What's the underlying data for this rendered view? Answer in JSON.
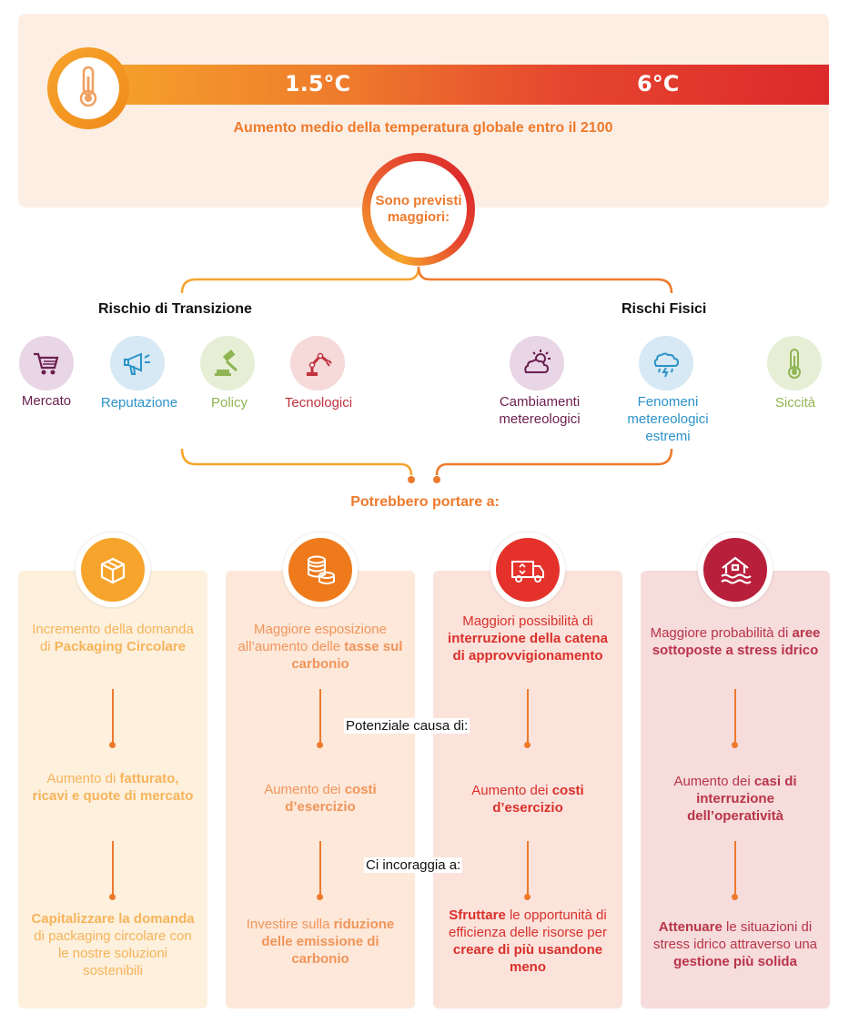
{
  "header": {
    "temp_low": "1.5°C",
    "temp_high": "6°C",
    "caption": "Aumento medio della temperatura globale entro il 2100",
    "circle_text": "Sono previsti maggiori:"
  },
  "categories": {
    "transition_title": "Rischio di Transizione",
    "physical_title": "Rischi Fisici"
  },
  "risks": [
    {
      "label": "Mercato",
      "icon": "shopping-cart-icon",
      "color": "#6b1f4e",
      "bg": "#e8d5e6"
    },
    {
      "label": "Reputazione",
      "icon": "megaphone-icon",
      "color": "#2c93c8",
      "bg": "#d6e9f4"
    },
    {
      "label": "Policy",
      "icon": "gavel-icon",
      "color": "#8fb553",
      "bg": "#e6efd6"
    },
    {
      "label": "Tecnologici",
      "icon": "robot-arm-icon",
      "color": "#c0323d",
      "bg": "#f6d9d9"
    },
    {
      "label": "Cambiamenti metereologici",
      "icon": "sun-cloud-icon",
      "color": "#6b1f4e",
      "bg": "#e8d5e6"
    },
    {
      "label": "Fenomeni metereologici estremi",
      "icon": "storm-cloud-icon",
      "color": "#2c93c8",
      "bg": "#d6e9f4"
    },
    {
      "label": "Siccità",
      "icon": "thermometer-icon",
      "color": "#8fb553",
      "bg": "#e6efd6"
    }
  ],
  "potrebbero": "Potrebbero portare a:",
  "captions": {
    "potenziale": "Potenziale causa di:",
    "incoraggia": "Ci incoraggia a:"
  },
  "columns": [
    {
      "icon": "box-icon",
      "accent": "#f6a42b",
      "bg": "#fdf0dd",
      "text": "#f6b45a",
      "r1": {
        "pre": "Incremento della domanda di ",
        "b1": "Packaging Circolare",
        "mid": "",
        "b2": "",
        "post": ""
      },
      "r2": {
        "pre": "Aumento di ",
        "b1": "fatturato, ricavi e quote di mercato",
        "mid": "",
        "b2": "",
        "post": ""
      },
      "r3": {
        "pre": "",
        "b1": "Capitalizzare la domanda",
        "mid": " di packaging circolare con le nostre soluzioni sostenibili",
        "b2": "",
        "post": ""
      }
    },
    {
      "icon": "coins-icon",
      "accent": "#ee7a1c",
      "bg": "#fde8da",
      "text": "#f0955a",
      "r1": {
        "pre": "Maggiore esposizione all’aumento delle ",
        "b1": "tasse sul carbonio",
        "mid": "",
        "b2": "",
        "post": ""
      },
      "r2": {
        "pre": "Aumento dei ",
        "b1": "costi",
        "mid": " ",
        "b2": "d’esercizio",
        "post": ""
      },
      "r3": {
        "pre": "Investire sulla ",
        "b1": "riduzione delle emissione di carbonio",
        "mid": "",
        "b2": "",
        "post": ""
      }
    },
    {
      "icon": "recycling-truck-icon",
      "accent": "#e4322b",
      "bg": "#fbe3dc",
      "text": "#d9302a",
      "r1": {
        "pre": "Maggiori possibilità di ",
        "b1": "interruzione della catena di approvvigionamento",
        "mid": "",
        "b2": "",
        "post": ""
      },
      "r2": {
        "pre": "Aumento dei ",
        "b1": "costi",
        "mid": " ",
        "b2": "d’esercizio",
        "post": ""
      },
      "r3": {
        "pre": "",
        "b1": "Sfruttare",
        "mid": " le opportunità di efficienza delle risorse per ",
        "b2": "creare di più usandone meno",
        "post": ""
      }
    },
    {
      "icon": "flooded-house-icon",
      "accent": "#b81f3a",
      "bg": "#f6dcdb",
      "text": "#b8344a",
      "r1": {
        "pre": "Maggiore probabilità di ",
        "b1": "aree sottoposte a stress idrico",
        "mid": "",
        "b2": "",
        "post": ""
      },
      "r2": {
        "pre": "Aumento dei ",
        "b1": "casi di interruzione dell’operatività",
        "mid": "",
        "b2": "",
        "post": ""
      },
      "r3": {
        "pre": "",
        "b1": "Attenuare",
        "mid": " le situazioni di stress idrico attraverso una ",
        "b2": "gestione più solida",
        "post": ""
      }
    }
  ]
}
